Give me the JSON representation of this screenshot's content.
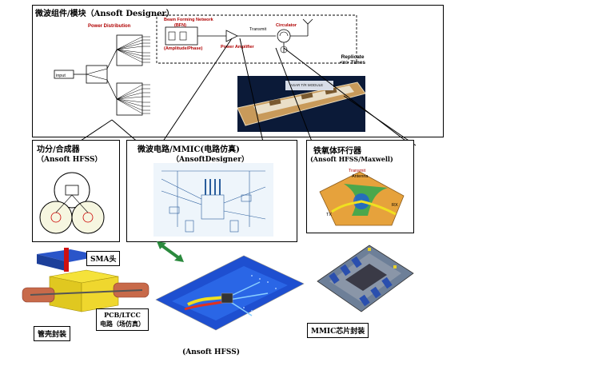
{
  "top_module": {
    "title": "微波组件/模块（Ansoft Designer）",
    "power_distribution": "Power Distribution",
    "input": "input",
    "bfn_title": "Beam Forming Network",
    "bfn_abbr": "(BFN)",
    "amp_phase": "(Amplitude/Phase)",
    "transmit": "Transmit",
    "circulator": "Circulator",
    "power_amplifier": "Power Amplifier",
    "replicate": "Replicate\n<n> Times"
  },
  "photo": {
    "caption": "ASAR T/R MODULE"
  },
  "panels": {
    "combiner": {
      "title": "功分/合成器",
      "subtitle": "（Ansoft  HFSS）"
    },
    "circuit": {
      "title": "微波电路/MMIC(电路仿真)",
      "subtitle": "（AnsoftDesigner）"
    },
    "ferrite": {
      "title": "铁氧体环行器",
      "subtitle": "(Ansoft HFSS/Maxwell)",
      "transmit": "Transmit",
      "antenna": "Antenna",
      "tx": "TX",
      "rx": "RX"
    }
  },
  "bottom": {
    "sma": "SMA头",
    "pcb": "PCB/LTCC\n电路（场仿真）",
    "housing": "管壳封装",
    "mmic_pkg": "MMIC芯片封装",
    "hfss": "(Ansoft  HFSS)"
  },
  "colors": {
    "blue": "#1d5fd8",
    "yellow": "#f0e020",
    "green": "#2b8a3e",
    "red": "#cc1111",
    "orange": "#e6a23c"
  }
}
